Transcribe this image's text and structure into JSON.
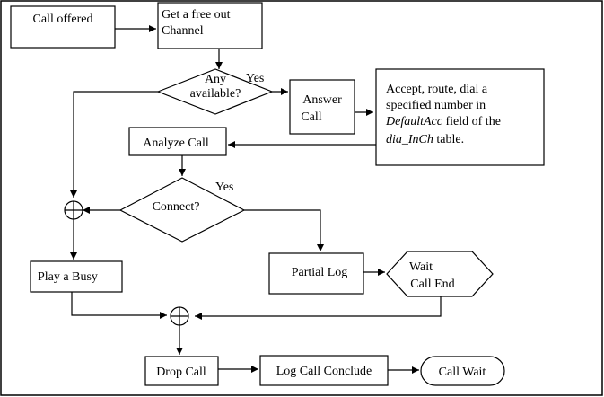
{
  "diagram": {
    "nodes": {
      "call_offered": "Call offered",
      "get_free_out_line1": "Get  a free out",
      "get_free_out_line2": "Channel",
      "any_available_line1": "Any",
      "any_available_line2": "available?",
      "answer_call_line1": "Answer",
      "answer_call_line2": "Call",
      "accept_note_line1": "Accept, route, dial a",
      "accept_note_line2": "specified number in",
      "accept_note_line3_italic": "DefaultAcc",
      "accept_note_line3_rest": " field of the",
      "accept_note_line4_italic": "dia_InCh",
      "accept_note_line4_rest": " table.",
      "analyze_call": "Analyze Call",
      "connect": "Connect?",
      "play_busy": "Play a Busy",
      "partial_log": "Partial Log",
      "wait_call_end_line1": "Wait",
      "wait_call_end_line2": "Call End",
      "drop_call": "Drop Call",
      "log_call_conclude": "Log Call Conclude",
      "call_wait": "Call Wait"
    },
    "edge_labels": {
      "available_yes": "Yes",
      "connect_yes": "Yes"
    }
  }
}
